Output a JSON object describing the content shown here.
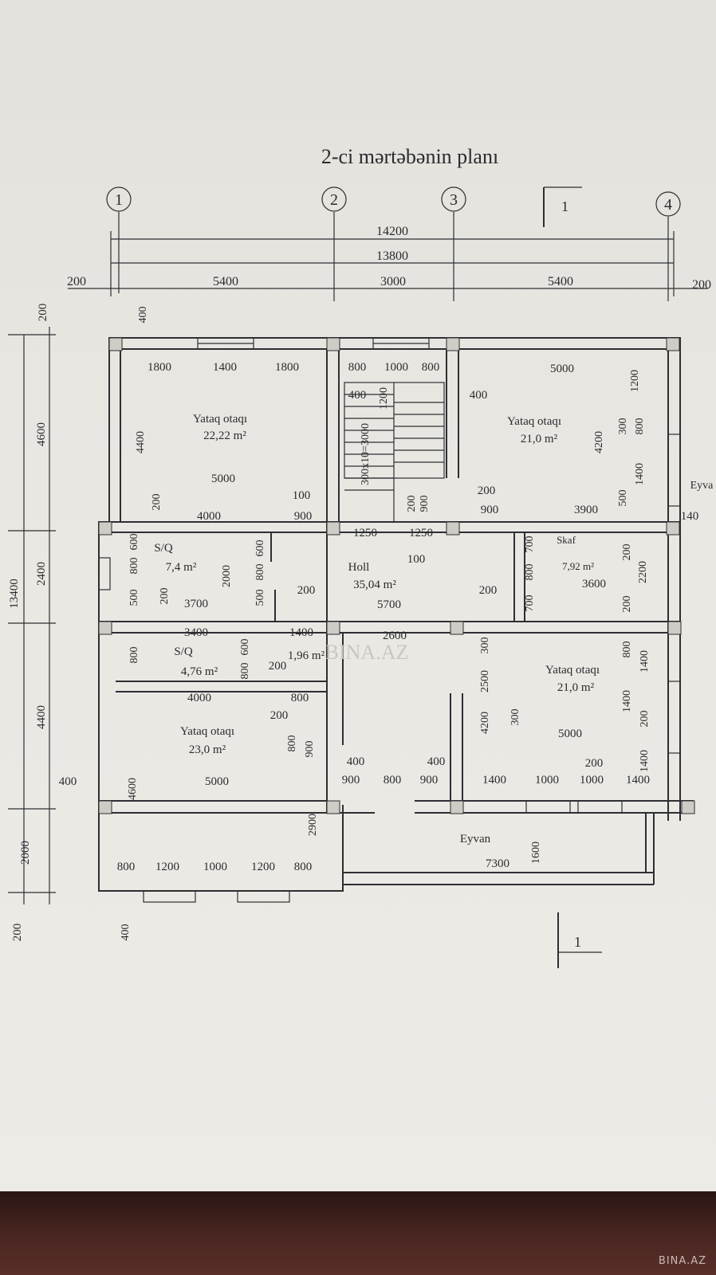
{
  "title": "2-ci mərtəbənin planı",
  "axes": [
    "1",
    "2",
    "3",
    "4"
  ],
  "section_mark": "1",
  "rooms": [
    {
      "name": "Yataq otaqı",
      "area": "22,22 m²"
    },
    {
      "name": "Yataq otaqı",
      "area": "21,0 m²"
    },
    {
      "name": "S/Q",
      "area": "7,4 m²"
    },
    {
      "name": "Holl",
      "area": "35,04 m²"
    },
    {
      "name": "Skaf",
      "area": "7,92 m²"
    },
    {
      "name": "S/Q",
      "area": "4,76 m²"
    },
    {
      "name": "",
      "area": "1,96 m²"
    },
    {
      "name": "Yataq otaqı",
      "area": "21,0 m²"
    },
    {
      "name": "Yataq otaqı",
      "area": "23,0 m²"
    },
    {
      "name": "Eyvan",
      "area": ""
    }
  ],
  "top_dims": {
    "total_1": "14200",
    "total_2": "13800",
    "left_ext": "200",
    "span_1_2": "5400",
    "span_2_3": "3000",
    "span_3_4": "5400",
    "right_ext": "200"
  },
  "left_dims": {
    "total": "13400",
    "d1": "4600",
    "d2": "2400",
    "d3": "4400",
    "d4": "2000",
    "top": "200",
    "bottom": "200"
  },
  "dims": [
    "400",
    "1800",
    "1400",
    "1800",
    "800",
    "1000",
    "800",
    "5000",
    "1200",
    "400",
    "400",
    "1200",
    "300x10=3000",
    "4400",
    "300",
    "800",
    "4200",
    "5000",
    "100",
    "200",
    "900",
    "200",
    "900",
    "200",
    "900",
    "3900",
    "500",
    "1400",
    "140",
    "4000",
    "1250",
    "1250",
    "100",
    "700",
    "800",
    "700",
    "600",
    "800",
    "500",
    "2000",
    "500",
    "800",
    "600",
    "200",
    "3700",
    "200",
    "5700",
    "200",
    "3600",
    "200",
    "2200",
    "200",
    "3400",
    "600",
    "800",
    "1400",
    "2600",
    "800",
    "300",
    "800",
    "1400",
    "200",
    "200",
    "4000",
    "800",
    "900",
    "2500",
    "4200",
    "300",
    "1400",
    "200",
    "5000",
    "1400",
    "800",
    "900",
    "400",
    "900",
    "800",
    "900",
    "400",
    "1400",
    "1000",
    "1000",
    "1400",
    "200",
    "400",
    "4600",
    "5000",
    "2900",
    "1600",
    "7300",
    "800",
    "1200",
    "1000",
    "1200",
    "800",
    "400"
  ],
  "balcony_right": "Eyva",
  "watermark_center": "BINA.AZ",
  "watermark_corner": "BINA.AZ"
}
